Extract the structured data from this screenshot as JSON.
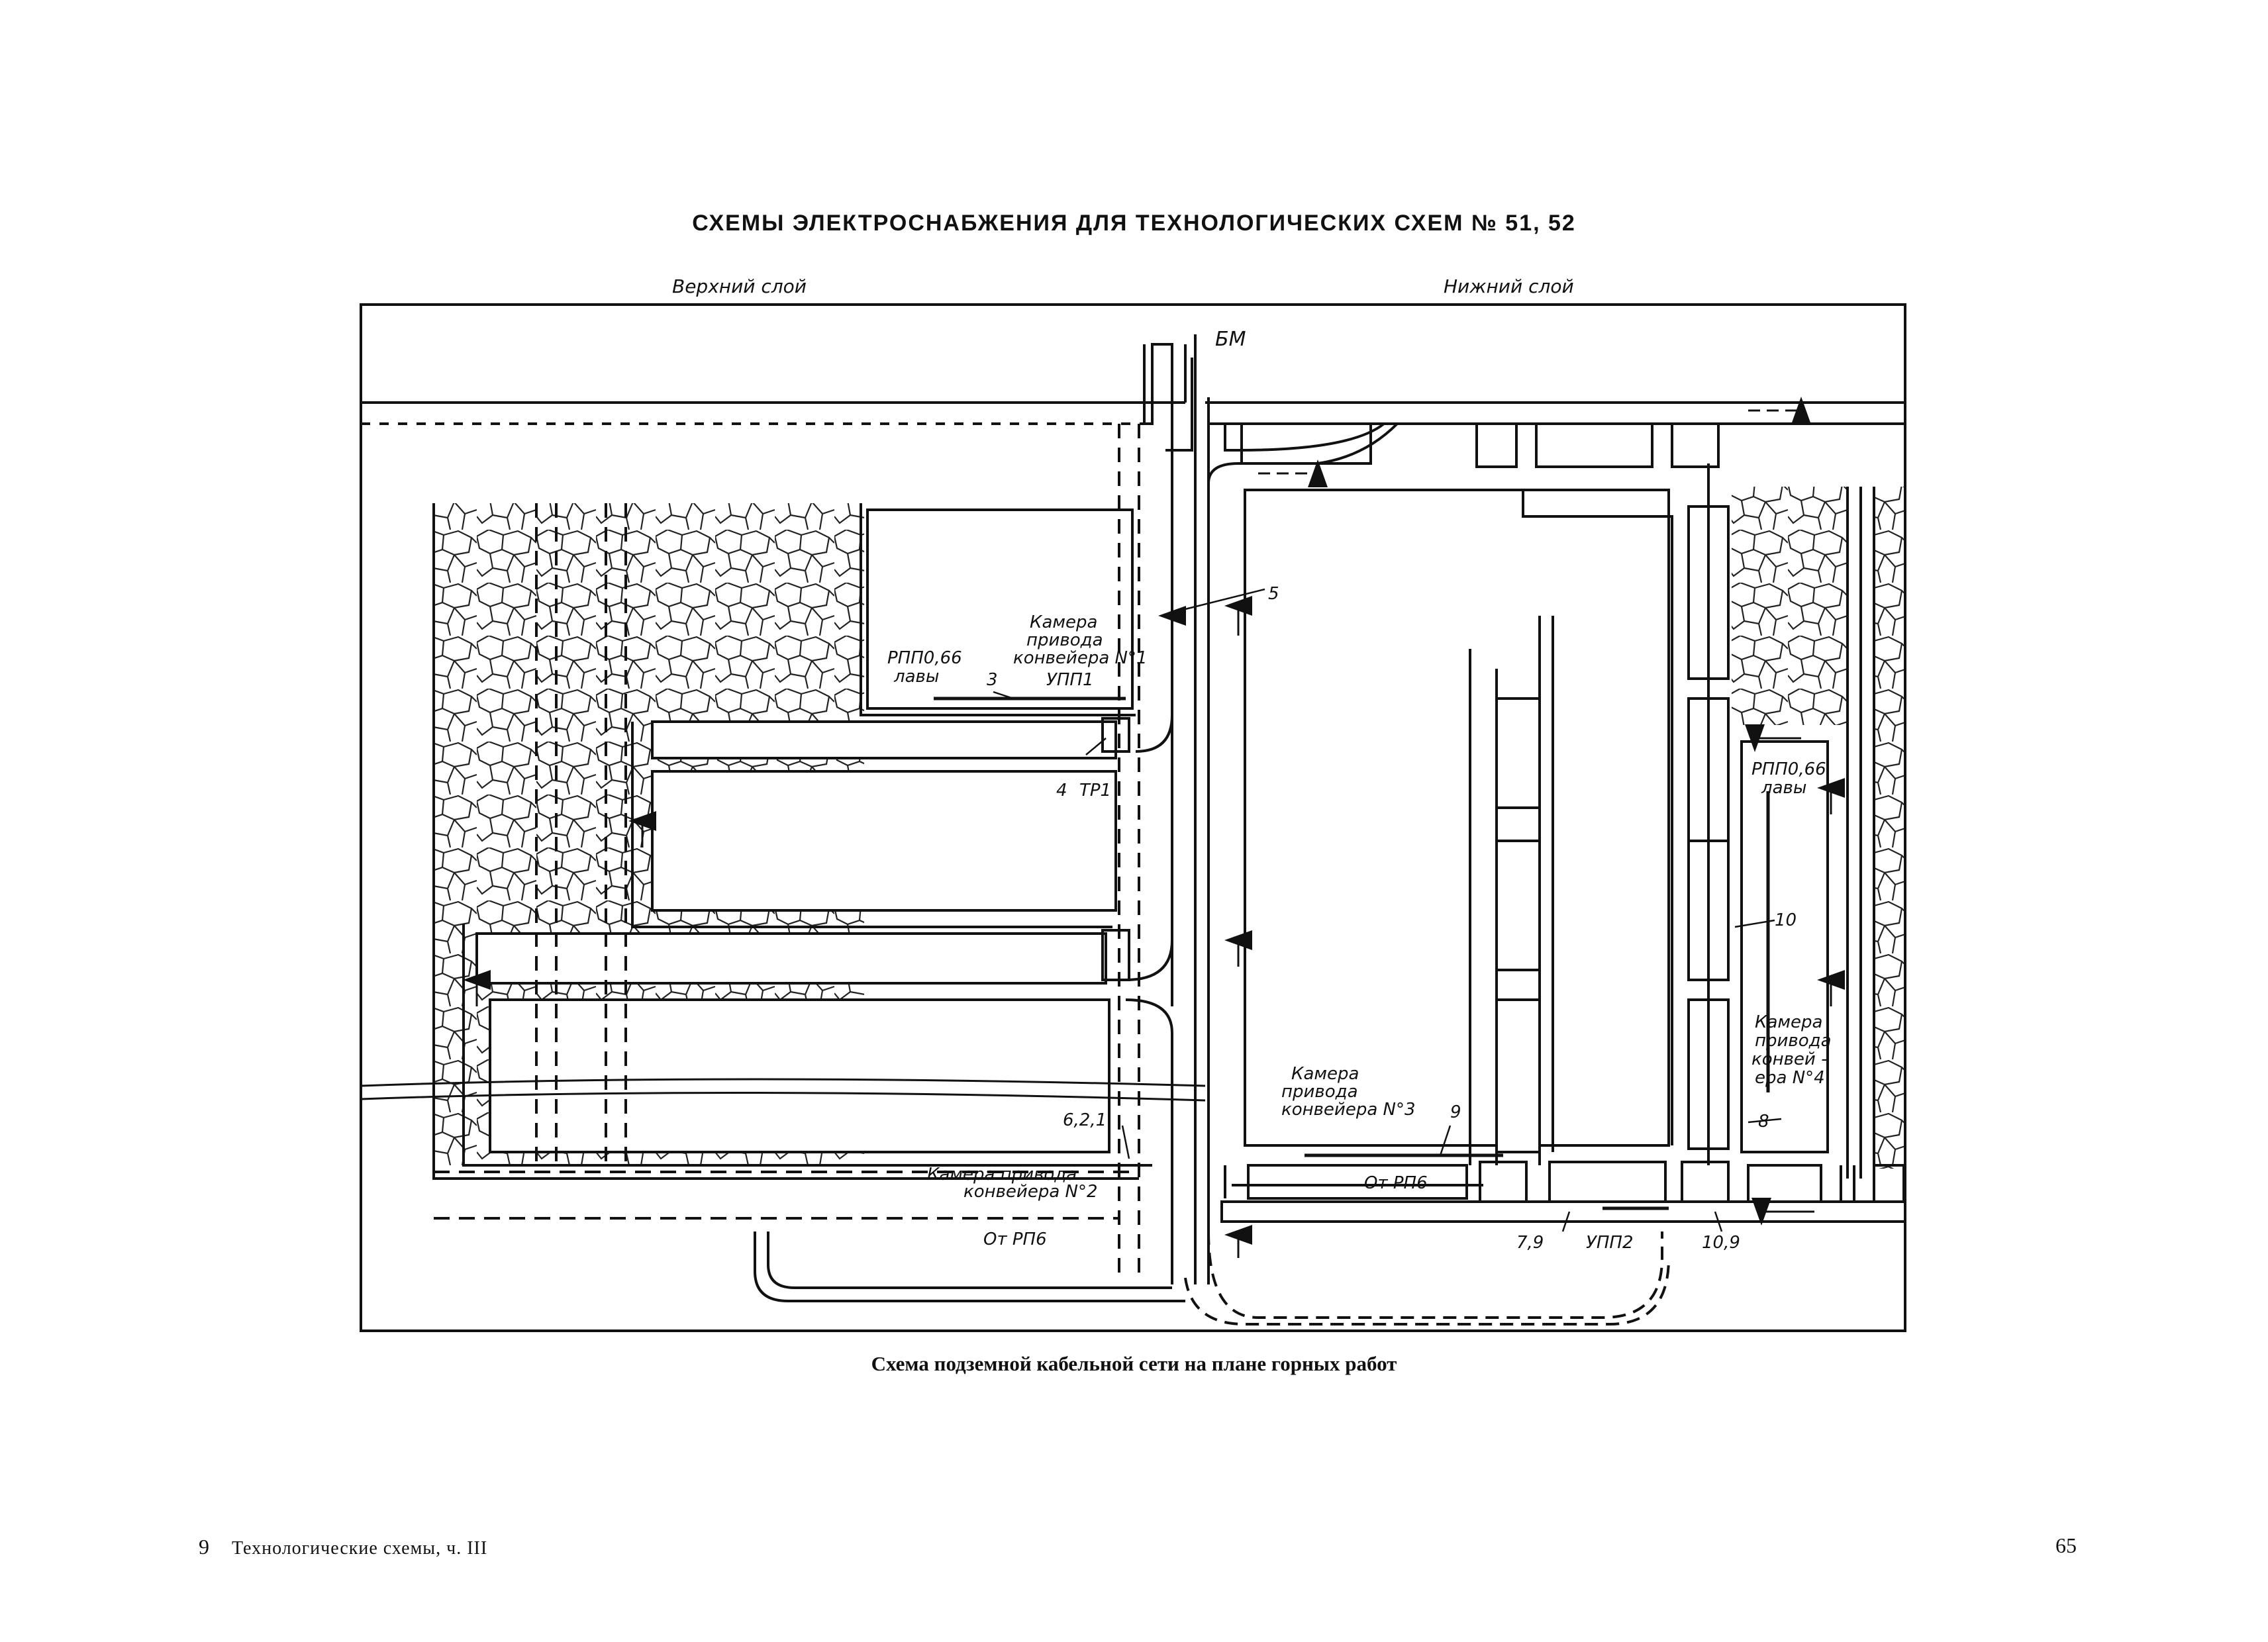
{
  "title": "СХЕМЫ ЭЛЕКТРОСНАБЖЕНИЯ ДЛЯ ТЕХНОЛОГИЧЕСКИХ СХЕМ № 51, 52",
  "caption": "Схема подземной кабельной сети на плане горных работ",
  "footer": {
    "left_number": "9",
    "left_text": "Технологические схемы, ч. III",
    "page_number": "65"
  },
  "diagram": {
    "upper_layer": "Верхний слой",
    "lower_layer": "Нижний слой",
    "bm": "БМ",
    "chamber_1": [
      "Камера",
      "привода",
      "конвейера N°1"
    ],
    "rpp_left": [
      "РПП0,66",
      "лавы"
    ],
    "upp1": "УПП1",
    "tr1": "ТР1",
    "num_3": "3",
    "num_4": "4",
    "num_5": "5",
    "chamber_2": [
      "Камера привода",
      "конвейера N°2"
    ],
    "from_rp6_left": "От РП6",
    "num_621": "6,2,1",
    "chamber_3": [
      "Камера",
      "привода",
      "конвейера N°3"
    ],
    "num_9": "9",
    "from_rp6_right": "От РП6",
    "num_79": "7,9",
    "upp2": "УПП2",
    "num_109": "10,9",
    "rpp_right": [
      "РПП0,66",
      "лавы"
    ],
    "num_10": "10",
    "chamber_4": [
      "Камера",
      "привода",
      "конвей -",
      "ера N°4"
    ],
    "num_8": "8"
  }
}
